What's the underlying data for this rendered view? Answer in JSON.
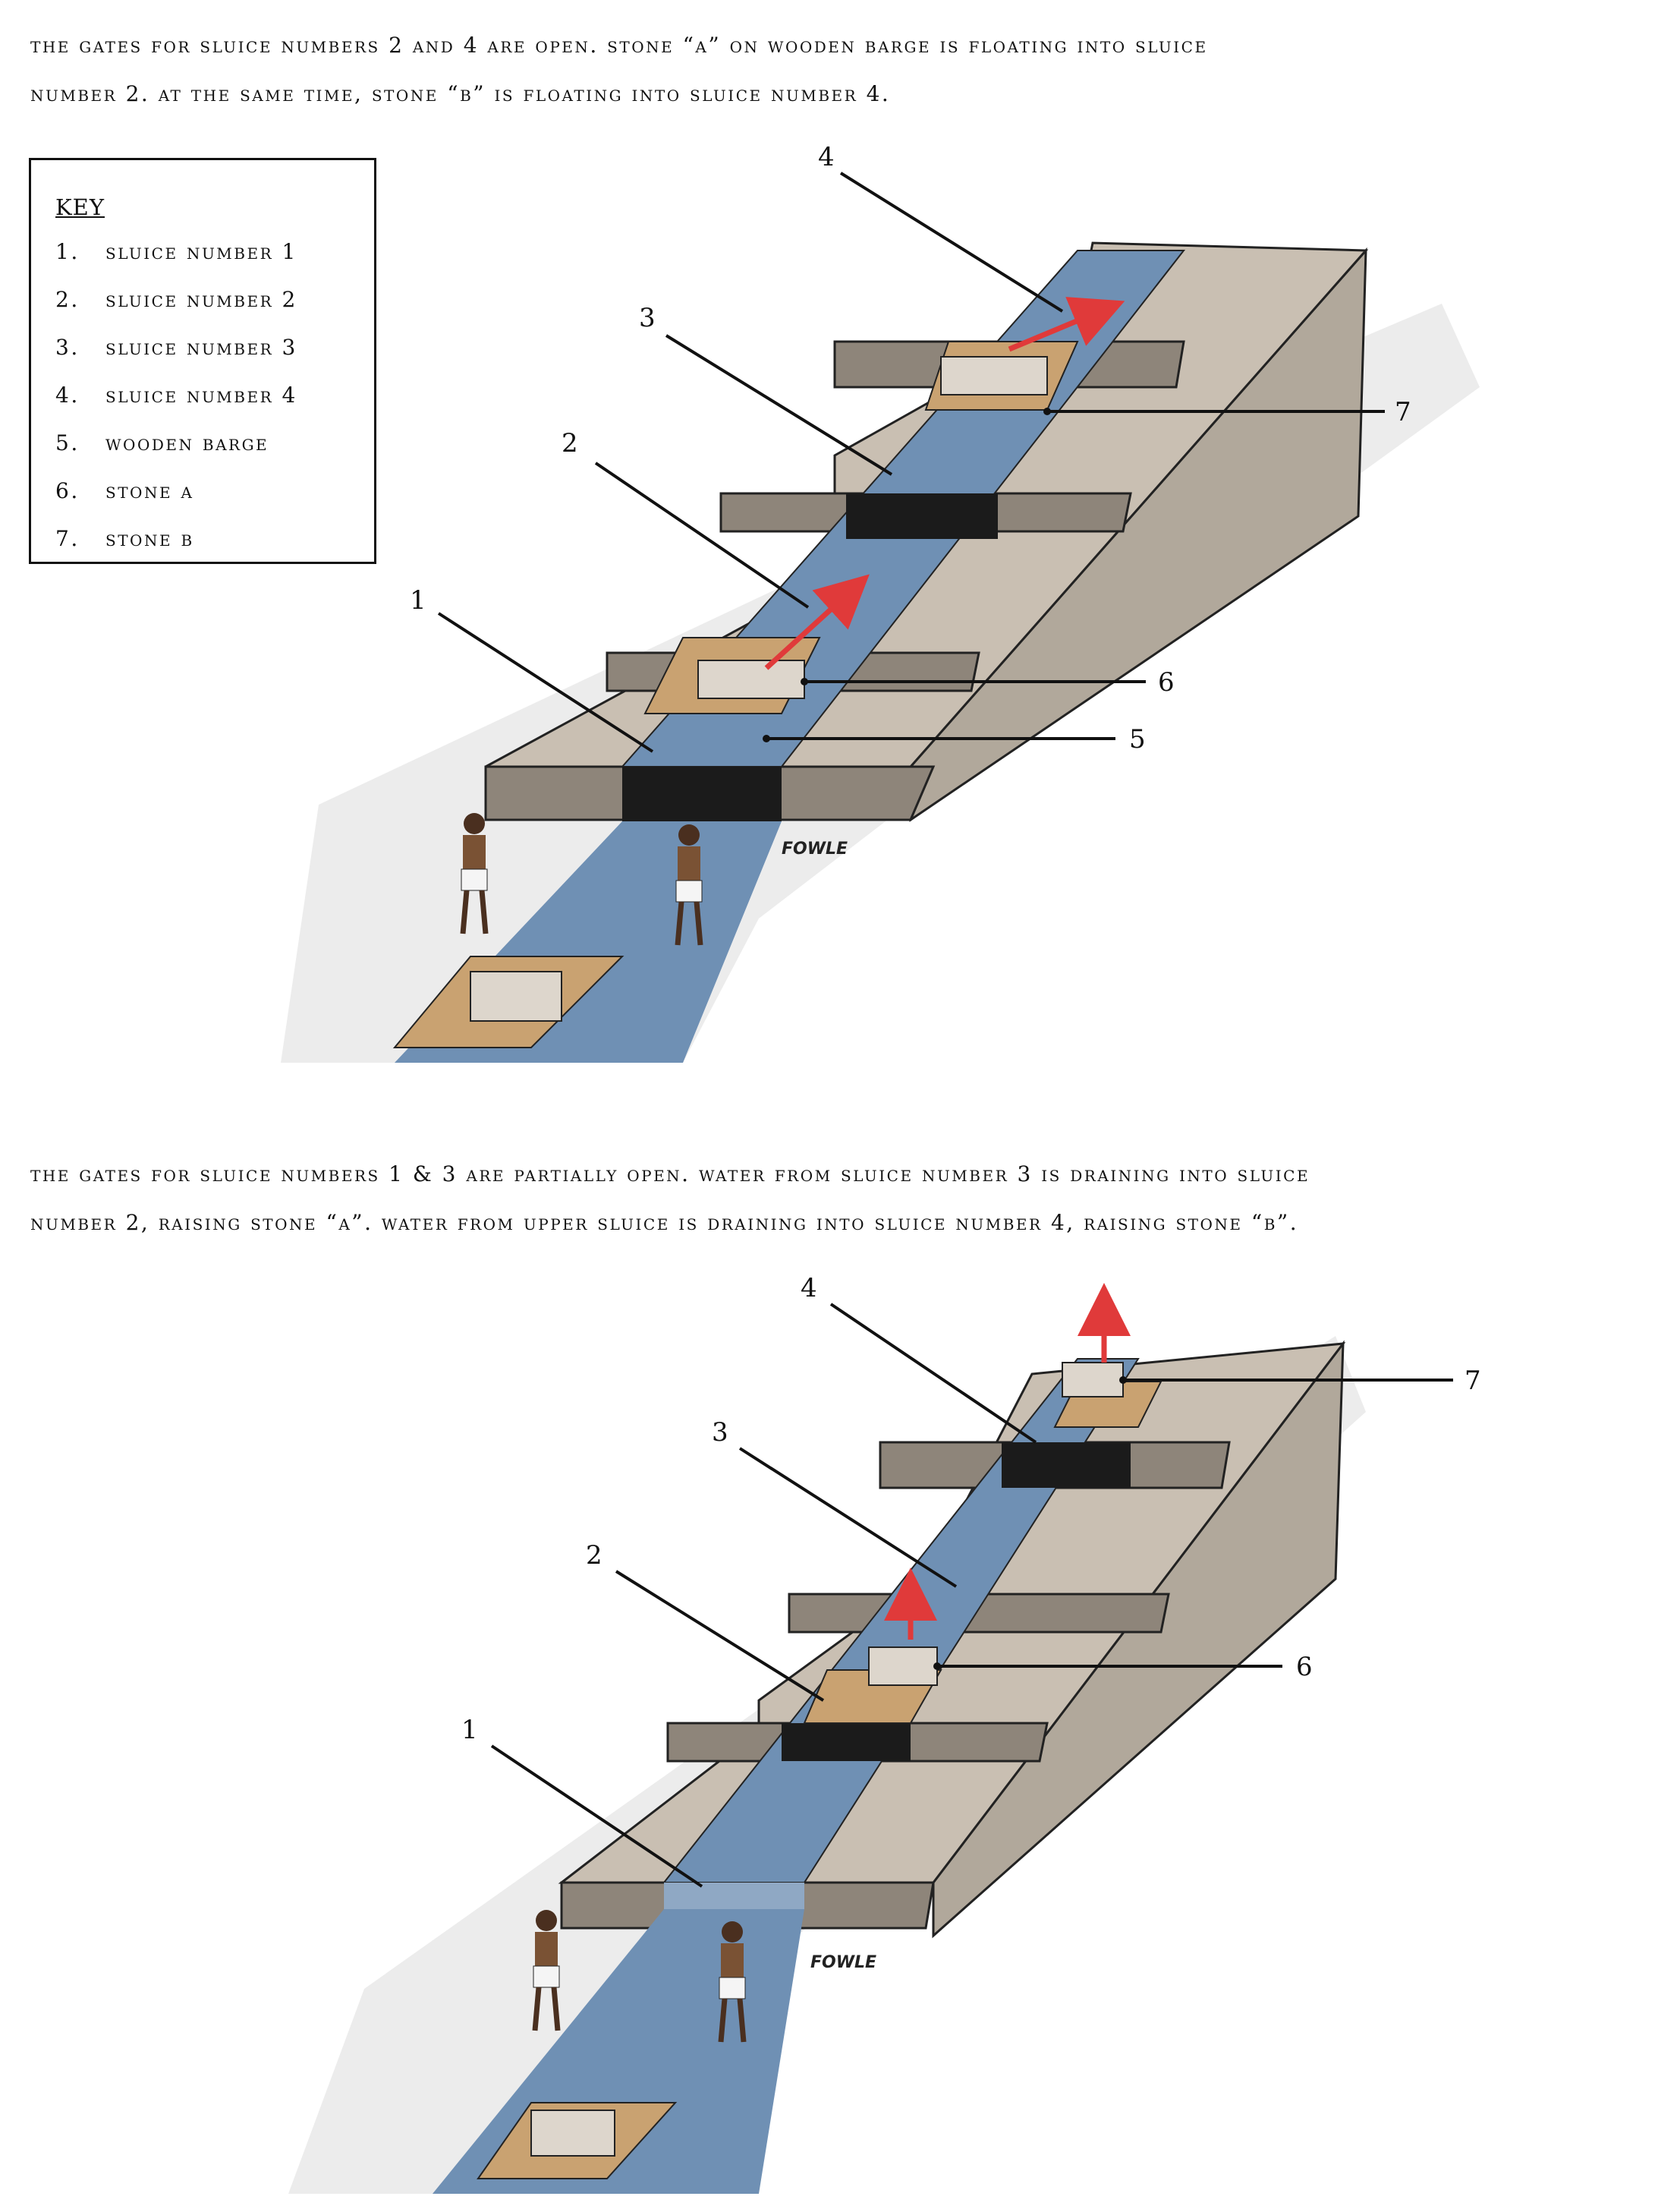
{
  "top_caption": {
    "line1": "THE GATES FOR SLUICE NUMBERS 2 AND 4 ARE OPEN.  STONE “A” ON WOODEN BARGE IS FLOATING INTO SLUICE",
    "line2": "NUMBER 2.  AT THE SAME TIME, STONE “B” IS FLOATING INTO SLUICE NUMBER 4."
  },
  "key": {
    "title": "KEY",
    "items": [
      {
        "num": "1.",
        "label": "SLUICE NUMBER 1"
      },
      {
        "num": "2.",
        "label": "SLUICE NUMBER 2"
      },
      {
        "num": "3.",
        "label": "SLUICE NUMBER 3"
      },
      {
        "num": "4.",
        "label": "SLUICE NUMBER 4"
      },
      {
        "num": "5.",
        "label": "WOODEN BARGE"
      },
      {
        "num": "6.",
        "label": "STONE A"
      },
      {
        "num": "7.",
        "label": "STONE B"
      }
    ]
  },
  "diagram1": {
    "callouts": [
      "1",
      "2",
      "3",
      "4",
      "5",
      "6",
      "7"
    ],
    "signature": "FOWLE"
  },
  "bottom_caption": {
    "line1": "THE GATES FOR SLUICE NUMBERS 1 & 3 ARE PARTIALLY OPEN.  WATER FROM SLUICE NUMBER 3 IS DRAINING INTO SLUICE",
    "line2": "NUMBER 2, RAISING STONE “A”.  WATER FROM UPPER SLUICE IS DRAINING INTO SLUICE NUMBER 4, RAISING STONE “B”."
  },
  "diagram2": {
    "callouts": [
      "1",
      "2",
      "3",
      "4",
      "6",
      "7"
    ],
    "signature": "FOWLE"
  },
  "colors": {
    "stone": "#c9bfb2",
    "stone_dark": "#8e857a",
    "water": "#6f90b4",
    "barge": "#c9a271",
    "arrow": "#e03a3a",
    "ink": "#111111"
  }
}
